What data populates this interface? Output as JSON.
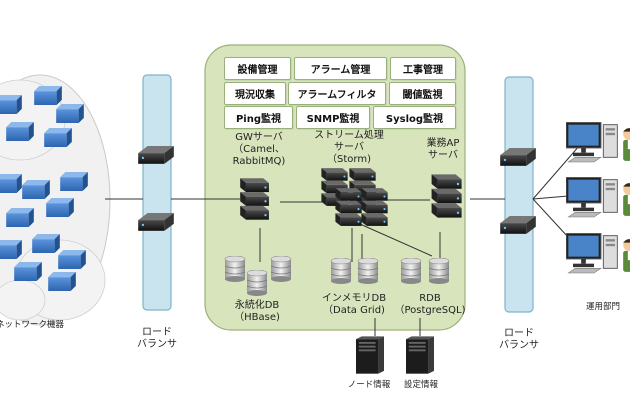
{
  "functions_row1": [
    "設備管理",
    "アラーム管理",
    "工事管理"
  ],
  "functions_row2": [
    "現況収集",
    "アラームフィルタ",
    "閾値監視"
  ],
  "functions_row3": [
    "Ping監視",
    "SNMP監視",
    "Syslog監視"
  ],
  "gw_server": {
    "l1": "GWサーバ",
    "l2": "（Camel、",
    "l3": "RabbitMQ)"
  },
  "stream_server": {
    "l1": "ストリーム処理",
    "l2": "サーバ",
    "l3": "（Storm)"
  },
  "app_server": {
    "l1": "業務AP",
    "l2": "サーバ"
  },
  "persist_db": {
    "l1": "永続化DB",
    "l2": "（HBase)"
  },
  "inmem_db": {
    "l1": "インメモリDB",
    "l2": "（Data Grid)"
  },
  "rdb": {
    "l1": "RDB",
    "l2": "（PostgreSQL)"
  },
  "network_devices": "ネットワーク機器",
  "lb_left": {
    "l1": "ロード",
    "l2": "バランサ"
  },
  "lb_right": {
    "l1": "ロード",
    "l2": "バランサ"
  },
  "ops_dept": "運用部門",
  "node_info": "ノード情報",
  "config_info": "設定情報",
  "colors": {
    "panel": "#d8e4bc",
    "lb": "#c9e4ef",
    "device": "#3b78c4"
  }
}
